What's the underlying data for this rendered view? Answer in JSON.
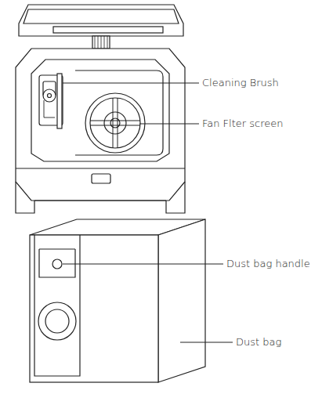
{
  "diagram": {
    "labels": [
      "Cleaning Brush",
      "Fan Flter screen",
      "Dust bag handle",
      "Dust bag"
    ]
  }
}
